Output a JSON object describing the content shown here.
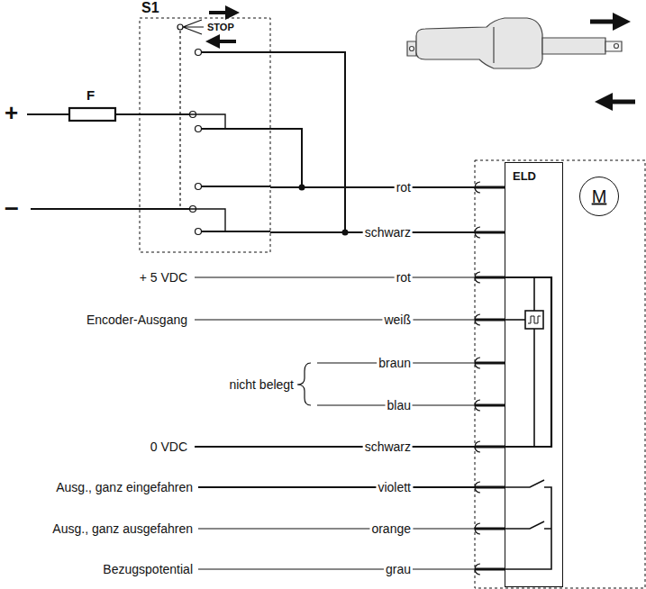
{
  "diagram": {
    "nodes": [
      {
        "text": [
          "S1"
        ]
      },
      {
        "text": [
          "ELD"
        ]
      },
      {
        "text": [
          "M"
        ]
      }
    ],
    "edges": [
      {
        "from": 0,
        "to": 1,
        "arrow": "none",
        "label": "rot"
      },
      {
        "from": 0,
        "to": 1,
        "arrow": "none",
        "label": "schwarz"
      }
    ],
    "labels": [
      "STOP",
      "F",
      "+",
      "–",
      "+ 5 VDC",
      "rot",
      "Encoder-Ausgang",
      "weiß",
      "nicht belegt",
      "braun",
      "blau",
      "0 VDC",
      "schwarz",
      "Ausg., ganz eingefahren",
      "violett",
      "Ausg., ganz ausgefahren",
      "orange",
      "Bezugspotential",
      "grau"
    ]
  }
}
